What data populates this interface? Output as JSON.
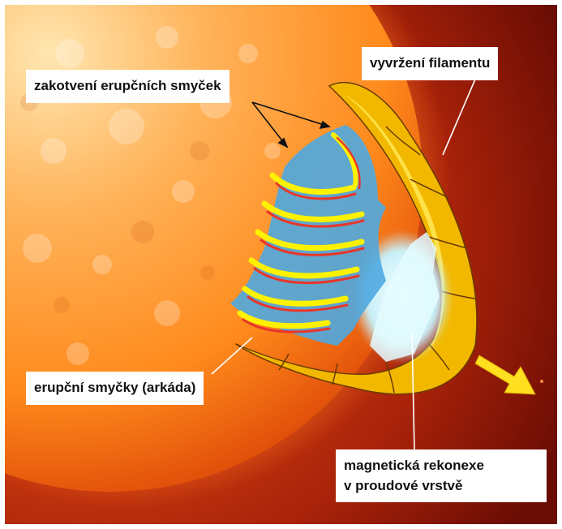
{
  "labels": {
    "footpoints": "zakotvení erupčních smyček",
    "eruption": "vyvržení filamentu",
    "arcade": "erupční smyčky (arkáda)",
    "reconnection_line1": "magnetická rekonexe",
    "reconnection_line2": "v proudové vrstvě"
  },
  "colors": {
    "sun_core": "#ffe6b0",
    "sun_mid": "#ff8a1c",
    "sun_edge": "#e2500a",
    "space": "#a01e08",
    "filament": "#f2b800",
    "arcade": "#4fa8e0",
    "loop_yellow": "#fff200",
    "loop_red": "#e8362a",
    "reconnection": "#c8f0f8"
  }
}
